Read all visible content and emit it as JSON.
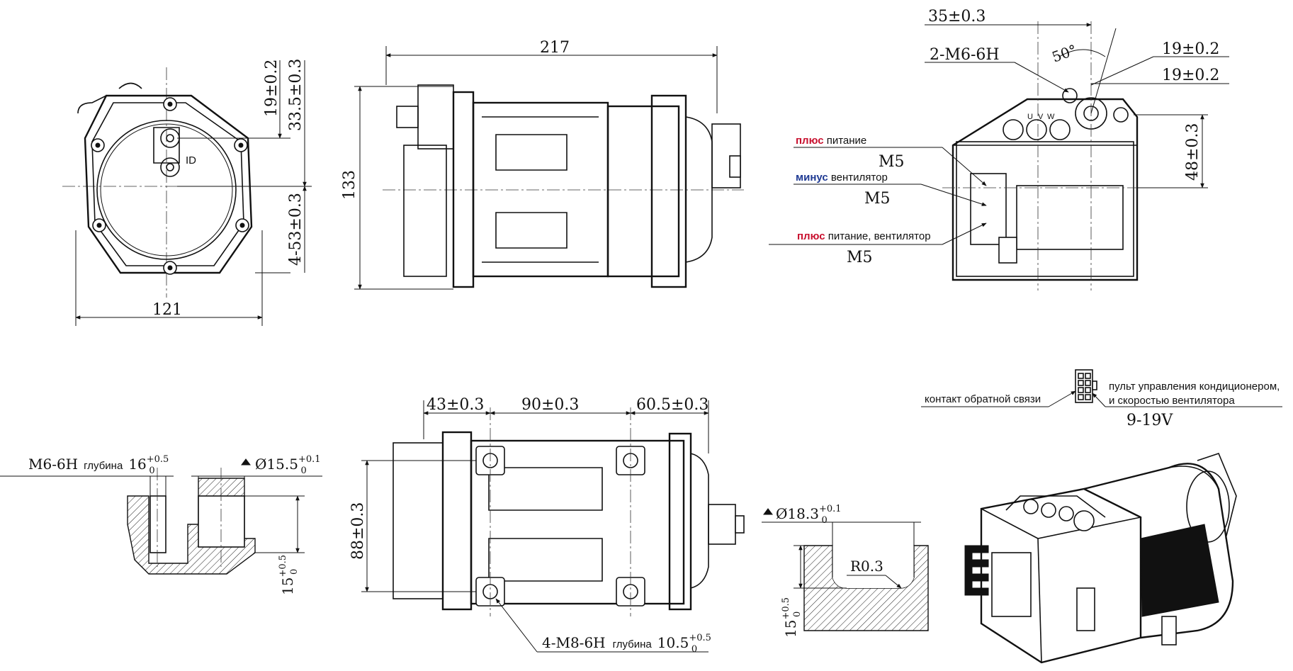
{
  "front_view": {
    "dims": {
      "width": "121",
      "top_offset": "19±0.2",
      "outer_offset": "33.5±0.3",
      "lower_offset": "4-53±0.3"
    },
    "marks": {
      "id": "ID"
    }
  },
  "side_view": {
    "dims": {
      "length": "217",
      "height": "133"
    }
  },
  "terminal_view": {
    "dims": {
      "top": "35±0.3",
      "thread": "2-M6-6H",
      "angle": "50°",
      "right_a": "19±0.2",
      "right_b": "19±0.2",
      "height": "48±0.3"
    },
    "marks": {
      "u": "U",
      "v": "V",
      "w": "W"
    },
    "terminals": [
      {
        "word_color": "плюс",
        "word_rest": " питание",
        "thread": "M5"
      },
      {
        "word_color": "минус",
        "word_rest": " вентилятор",
        "thread": "M5"
      },
      {
        "word_color": "плюс",
        "word_rest": " питание, вентилятор",
        "thread": "M5"
      }
    ]
  },
  "connector": {
    "left_label": "контакт обратной связи",
    "right_label_1": "пульт управления кондиционером,",
    "right_label_2": "и скоростью вентилятора",
    "voltage": "9-19V"
  },
  "section_left": {
    "thread": "M6-6H",
    "depth_word": "глубина",
    "depth_value": "16",
    "depth_tol_upper": "+0.5",
    "depth_tol_lower": "0",
    "diameter": "Ø15.5",
    "diameter_tol_upper": "+0.1",
    "diameter_tol_lower": "0",
    "height": "15",
    "height_tol_upper": "+0.5",
    "height_tol_lower": "0"
  },
  "bottom_view": {
    "dims": {
      "a": "43±0.3",
      "b": "90±0.3",
      "c": "60.5±0.3",
      "height": "88±0.3"
    },
    "holes": "4-M8-6H",
    "depth_word": "глубина",
    "depth_value": "10.5",
    "depth_tol_upper": "+0.5",
    "depth_tol_lower": "0"
  },
  "section_right": {
    "diameter": "Ø18.3",
    "diameter_tol_upper": "+0.1",
    "diameter_tol_lower": "0",
    "radius": "R0.3",
    "height": "15",
    "height_tol_upper": "+0.5",
    "height_tol_lower": "0"
  }
}
